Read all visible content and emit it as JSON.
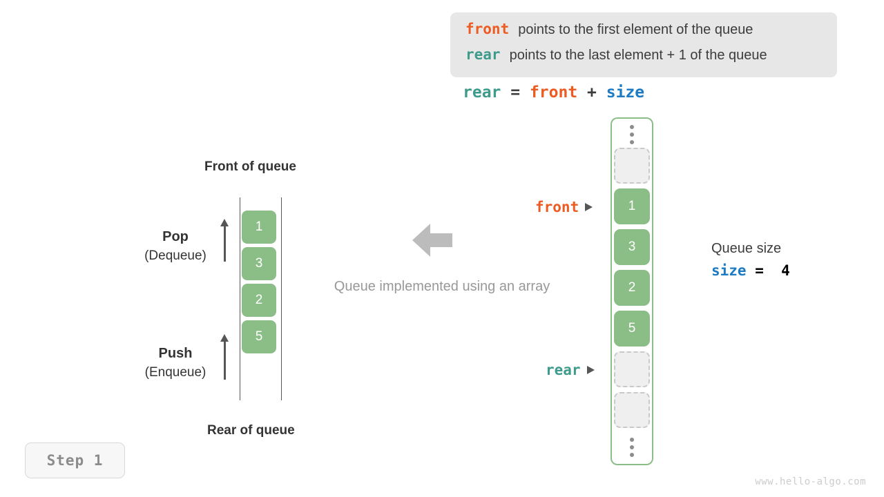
{
  "legend": {
    "lines": [
      {
        "keyword": "front",
        "color": "#ec5b21",
        "text": "points to the first element of the queue"
      },
      {
        "keyword": "rear",
        "color": "#3e9b8b",
        "text": "points to the last element + 1 of the queue"
      }
    ]
  },
  "formula": {
    "lhs": "rear",
    "eq": "=",
    "rhs1": "front",
    "plus": "+",
    "rhs2": "size"
  },
  "queue_diagram": {
    "front_label": "Front of queue",
    "rear_label": "Rear of queue",
    "pop": {
      "main": "Pop",
      "sub": "(Dequeue)"
    },
    "push": {
      "main": "Push",
      "sub": "(Enqueue)"
    },
    "cells": [
      "1",
      "3",
      "2",
      "5"
    ]
  },
  "center": {
    "caption": "Queue implemented using an array"
  },
  "array_diagram": {
    "cells": [
      {
        "type": "empty",
        "value": ""
      },
      {
        "type": "filled",
        "value": "1"
      },
      {
        "type": "filled",
        "value": "3"
      },
      {
        "type": "filled",
        "value": "2"
      },
      {
        "type": "filled",
        "value": "5"
      },
      {
        "type": "empty",
        "value": ""
      },
      {
        "type": "empty",
        "value": ""
      }
    ],
    "pointers": {
      "front": "front",
      "rear": "rear"
    }
  },
  "size_info": {
    "title": "Queue size",
    "name": "size",
    "eq": "=",
    "value": "4"
  },
  "step_badge": "Step 1",
  "watermark": "www.hello-algo.com",
  "colors": {
    "front": "#ec5b21",
    "rear": "#3e9b8b",
    "size": "#1d7bc4",
    "element": "#8bbe86",
    "empty": "#efefef",
    "muted": "#989898"
  }
}
